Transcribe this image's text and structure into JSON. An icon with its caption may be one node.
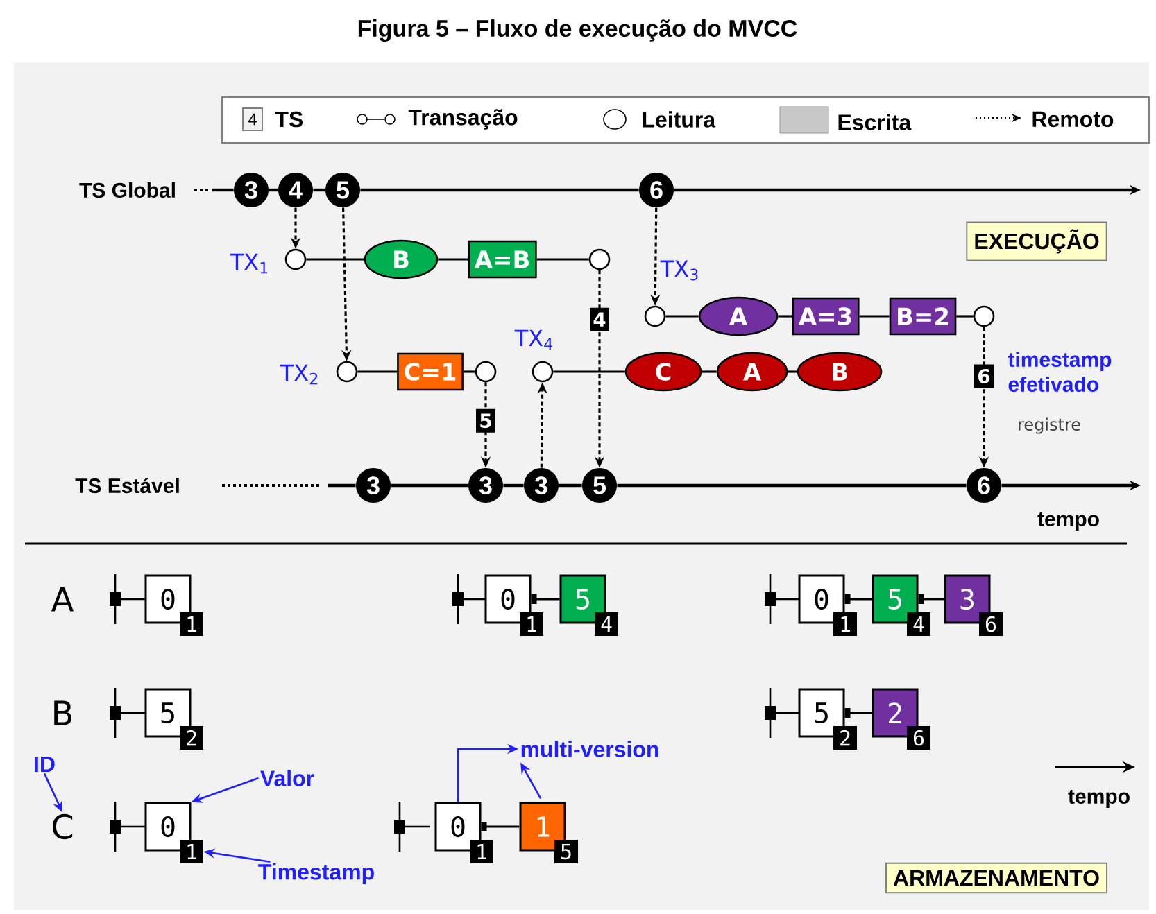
{
  "diagram": {
    "title": "Figura 5 – Fluxo de execução do MVCC",
    "nodes": [
      {
        "text": [
          "3"
        ]
      },
      {
        "text": [
          "4"
        ]
      },
      {
        "text": [
          "5"
        ]
      },
      {
        "text": [
          "6"
        ]
      },
      {
        "text": [],
        "shape": "circle",
        "beside": [
          "TX$_{1}$"
        ]
      },
      {
        "text": [
          "B"
        ]
      },
      {
        "text": [
          "A=B"
        ]
      },
      {
        "text": [],
        "shape": "circle"
      },
      {
        "text": [],
        "shape": "circle",
        "beside": [
          "TX$_{3}$"
        ]
      },
      {
        "text": [
          "A"
        ]
      },
      {
        "text": [
          "A=3"
        ]
      },
      {
        "text": [
          "B=2"
        ]
      },
      {
        "text": [],
        "shape": "circle",
        "beside": [
          "timestamp efetivado"
        ]
      },
      {
        "text": [],
        "shape": "circle",
        "beside": [
          "TX$_{2}$"
        ]
      },
      {
        "text": [
          "C=1"
        ]
      },
      {
        "text": [],
        "shape": "circle"
      },
      {
        "text": [],
        "shape": "circle",
        "beside": [
          "TX$_{4}$"
        ]
      },
      {
        "text": [
          "C"
        ]
      },
      {
        "text": [
          "A"
        ]
      },
      {
        "text": [
          "B"
        ]
      },
      {
        "text": [
          "3"
        ]
      },
      {
        "text": [
          "3"
        ]
      },
      {
        "text": [
          "3"
        ]
      },
      {
        "text": [
          "5"
        ]
      },
      {
        "text": [
          "6"
        ]
      },
      {
        "text": [
          "EXECUÇÃO"
        ]
      },
      {
        "text": [
          "0",
          "1"
        ]
      },
      {
        "text": [
          "0",
          "1"
        ]
      },
      {
        "text": [
          "5",
          "4"
        ]
      },
      {
        "text": [
          "0",
          "1"
        ]
      },
      {
        "text": [
          "5",
          "4"
        ]
      },
      {
        "text": [
          "3",
          "6"
        ]
      },
      {
        "text": [
          "5",
          "2"
        ]
      },
      {
        "text": [
          "5",
          "2"
        ]
      },
      {
        "text": [
          "2",
          "6"
        ]
      },
      {
        "text": [
          "ID"
        ]
      },
      {
        "text": [
          "Valor"
        ]
      },
      {
        "text": [
          "multi-version"
        ]
      },
      {
        "text": [
          "C"
        ]
      },
      {
        "text": [
          "0",
          "1"
        ]
      },
      {
        "text": [
          "0",
          "1"
        ]
      },
      {
        "text": [
          "1",
          "5"
        ]
      },
      {
        "text": [
          "Timestamp"
        ]
      },
      {
        "text": [
          "ARMAZENAMENTO"
        ]
      }
    ],
    "edges": [
      {
        "from": 0,
        "to": 1,
        "arrow": "none"
      },
      {
        "from": 1,
        "to": 2,
        "arrow": "none"
      },
      {
        "from": 2,
        "to": 3,
        "arrow": "none"
      },
      {
        "from": 3,
        "to": null,
        "arrow": "to"
      },
      {
        "from": null,
        "to": 0,
        "arrow": "none"
      },
      {
        "from": 1,
        "to": 4,
        "arrow": "to",
        "style": "dashed"
      },
      {
        "from": 2,
        "to": 13,
        "arrow": "to",
        "style": "dashed"
      },
      {
        "from": 3,
        "to": 8,
        "arrow": "to",
        "style": "dashed"
      },
      {
        "from": 4,
        "to": 5,
        "arrow": "none"
      },
      {
        "from": 5,
        "to": 6,
        "arrow": "none"
      },
      {
        "from": 6,
        "to": 7,
        "arrow": "none"
      },
      {
        "from": 8,
        "to": 9,
        "arrow": "none"
      },
      {
        "from": 9,
        "to": 10,
        "arrow": "none"
      },
      {
        "from": 10,
        "to": 11,
        "arrow": "none"
      },
      {
        "from": 11,
        "to": 12,
        "arrow": "none"
      },
      {
        "from": 13,
        "to": 14,
        "arrow": "none"
      },
      {
        "from": 14,
        "to": 15,
        "arrow": "none"
      },
      {
        "from": 16,
        "to": 17,
        "arrow": "none"
      },
      {
        "from": 17,
        "to": 18,
        "arrow": "none"
      },
      {
        "from": 18,
        "to": 19,
        "arrow": "none"
      },
      {
        "from": 7,
        "to": 23,
        "arrow": "to",
        "style": "dashed",
        "label": "4"
      },
      {
        "from": 15,
        "to": 21,
        "arrow": "to",
        "style": "dashed",
        "label": "5"
      },
      {
        "from": 22,
        "to": 16,
        "arrow": "to",
        "style": "dashed"
      },
      {
        "from": 12,
        "to": 24,
        "arrow": "to",
        "style": "dashed",
        "label": "6"
      },
      {
        "from": null,
        "to": 20,
        "arrow": "none"
      },
      {
        "from": 20,
        "to": 21,
        "arrow": "none"
      },
      {
        "from": 21,
        "to": 22,
        "arrow": "none"
      },
      {
        "from": 22,
        "to": 23,
        "arrow": "none"
      },
      {
        "from": 23,
        "to": 24,
        "arrow": "none"
      },
      {
        "from": 24,
        "to": null,
        "arrow": "to"
      },
      {
        "from": 27,
        "to": 28,
        "arrow": "other"
      },
      {
        "from": 29,
        "to": 30,
        "arrow": "other"
      },
      {
        "from": 30,
        "to": 31,
        "arrow": "other"
      },
      {
        "from": 33,
        "to": 34,
        "arrow": "other"
      },
      {
        "from": 40,
        "to": 41,
        "arrow": "other"
      },
      {
        "from": 35,
        "to": 38,
        "arrow": "to",
        "color": "#1f1fff"
      },
      {
        "from": 36,
        "to": 39,
        "arrow": "to",
        "color": "#1f1fff"
      },
      {
        "from": 42,
        "to": 39,
        "arrow": "to",
        "color": "#1f1fff"
      },
      {
        "from": 40,
        "to": 37,
        "arrow": "to",
        "color": "#1f1fff"
      },
      {
        "from": 41,
        "to": 37,
        "arrow": "to",
        "color": "#1f1fff"
      }
    ],
    "labels": [
      "4",
      "TS Global",
      "TS Estável",
      "registre",
      "tempo",
      "A",
      "B",
      "tempo"
    ],
    "legend": [
      {
        "text": "TS"
      },
      {
        "text": "Transação"
      },
      {
        "text": "Leitura"
      },
      {
        "text": "Escrita",
        "color": "#c8c8c8"
      },
      {
        "text": "Remoto"
      }
    ]
  }
}
